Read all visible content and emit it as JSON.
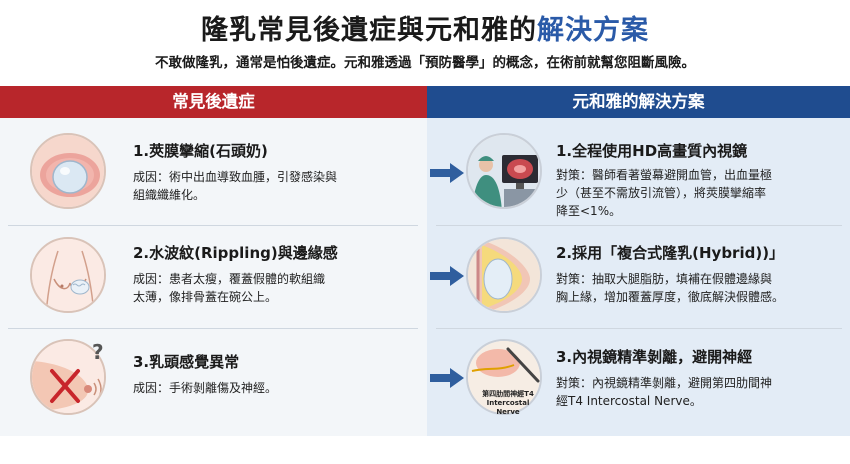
{
  "title_main": "隆乳常見後遺症與元和雅的",
  "title_highlight": "解決方案",
  "subtitle": "不敢做隆乳，通常是怕後遺症。元和雅透過「預防醫學」的概念，在術前就幫您阻斷風險。",
  "left_header": "常見後遺症",
  "right_header": "元和雅的解決方案",
  "problems": [
    {
      "title": "1.莢膜攣縮(石頭奶)",
      "desc_line1": "成因：術中出血導致血腫，引發感染與",
      "desc_line2": "組織纖維化。"
    },
    {
      "title": "2.水波紋(Rippling)與邊緣感",
      "desc_line1": "成因：患者太瘦，覆蓋假體的軟組織",
      "desc_line2": "太薄，像排骨蓋在碗公上。"
    },
    {
      "title": "3.乳頭感覺異常",
      "desc_line1": "成因：手術剝離傷及神經。",
      "desc_line2": ""
    }
  ],
  "solutions": [
    {
      "title": "1.全程使用HD高畫質內視鏡",
      "desc_line1": "對策：醫師看著螢幕避開血管，出血量極",
      "desc_line2": "少（甚至不需放引流管），將莢膜攣縮率",
      "desc_line3": "降至<1%。"
    },
    {
      "title": "2.採用「複合式隆乳(Hybrid))」",
      "desc_line1": "對策：抽取大腿脂肪，填補在假體邊緣與",
      "desc_line2": "胸上緣，增加覆蓋厚度，徹底解決假體感。",
      "desc_line3": ""
    },
    {
      "title": "3.內視鏡精準剝離，避開神經",
      "desc_line1": "對策：內視鏡精準剝離，避開第四肋間神",
      "desc_line2": "經T4 Intercostal Nerve。",
      "desc_line3": ""
    }
  ],
  "nerve_label_line1": "第四肋間神經T4",
  "nerve_label_line2": "Intercostal Nerve",
  "question_mark": "?",
  "colors": {
    "red": "#b8262b",
    "blue": "#1f4c8f",
    "highlight": "#2a5aa8",
    "arrow": "#2f5e9e"
  }
}
